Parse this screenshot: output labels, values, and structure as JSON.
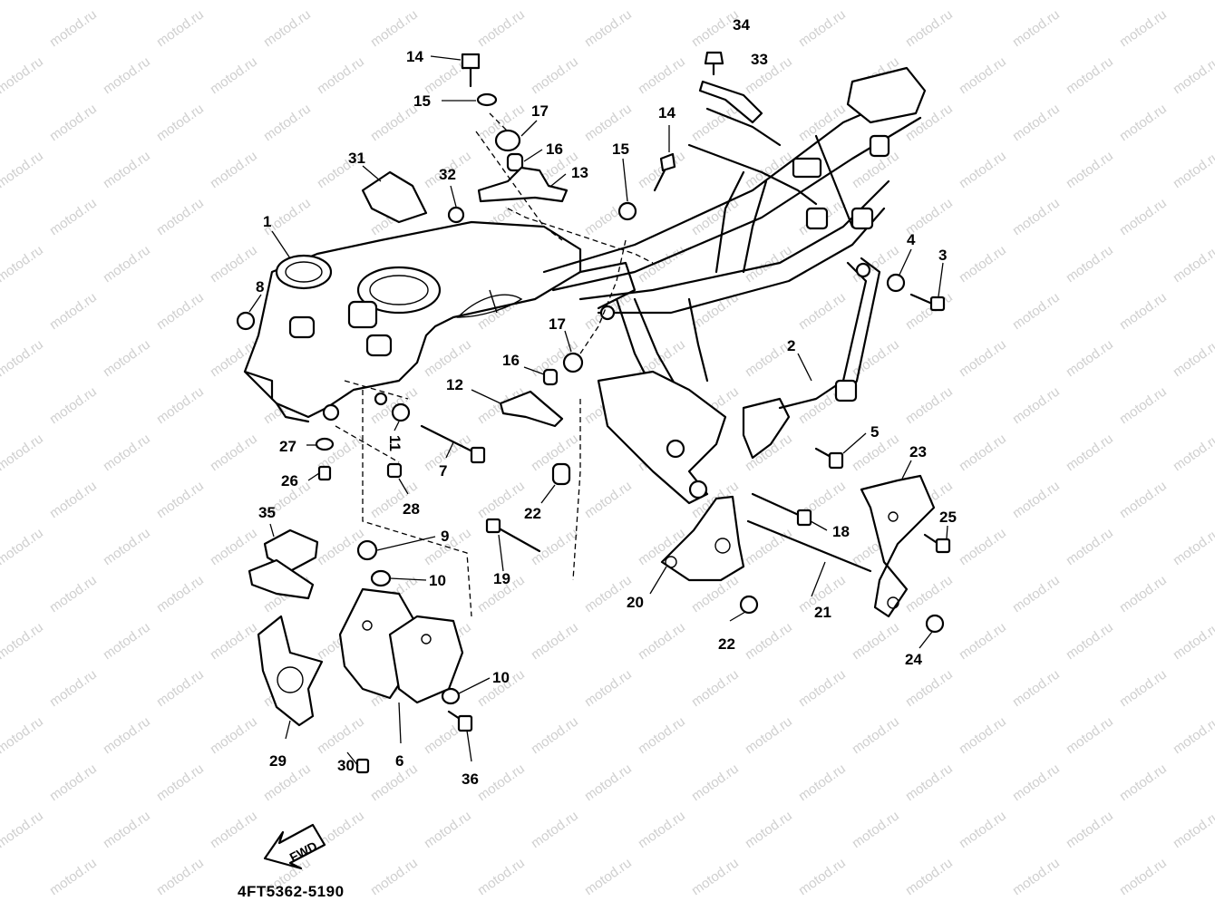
{
  "watermark": "motod.ru",
  "diagram_code": "4FT5362-5190",
  "fwd_label": "FWD",
  "callouts": [
    {
      "id": "c34",
      "label": "34"
    },
    {
      "id": "c33",
      "label": "33"
    },
    {
      "id": "c14a",
      "label": "14"
    },
    {
      "id": "c15a",
      "label": "15"
    },
    {
      "id": "c17a",
      "label": "17"
    },
    {
      "id": "c16a",
      "label": "16"
    },
    {
      "id": "c13",
      "label": "13"
    },
    {
      "id": "c14b",
      "label": "14"
    },
    {
      "id": "c15b",
      "label": "15"
    },
    {
      "id": "c31",
      "label": "31"
    },
    {
      "id": "c32",
      "label": "32"
    },
    {
      "id": "c1",
      "label": "1"
    },
    {
      "id": "c4",
      "label": "4"
    },
    {
      "id": "c3",
      "label": "3"
    },
    {
      "id": "c8",
      "label": "8"
    },
    {
      "id": "c17b",
      "label": "17"
    },
    {
      "id": "c16b",
      "label": "16"
    },
    {
      "id": "c2",
      "label": "2"
    },
    {
      "id": "c12",
      "label": "12"
    },
    {
      "id": "c11",
      "label": "11"
    },
    {
      "id": "c27",
      "label": "27"
    },
    {
      "id": "c7",
      "label": "7"
    },
    {
      "id": "c5",
      "label": "5"
    },
    {
      "id": "c23",
      "label": "23"
    },
    {
      "id": "c26",
      "label": "26"
    },
    {
      "id": "c28",
      "label": "28"
    },
    {
      "id": "c22a",
      "label": "22"
    },
    {
      "id": "c25",
      "label": "25"
    },
    {
      "id": "c35",
      "label": "35"
    },
    {
      "id": "c18",
      "label": "18"
    },
    {
      "id": "c9",
      "label": "9"
    },
    {
      "id": "c19",
      "label": "19"
    },
    {
      "id": "c10a",
      "label": "10"
    },
    {
      "id": "c20",
      "label": "20"
    },
    {
      "id": "c21",
      "label": "21"
    },
    {
      "id": "c22b",
      "label": "22"
    },
    {
      "id": "c24",
      "label": "24"
    },
    {
      "id": "c10b",
      "label": "10"
    },
    {
      "id": "c29",
      "label": "29"
    },
    {
      "id": "c30",
      "label": "30"
    },
    {
      "id": "c6",
      "label": "6"
    },
    {
      "id": "c36",
      "label": "36"
    }
  ]
}
